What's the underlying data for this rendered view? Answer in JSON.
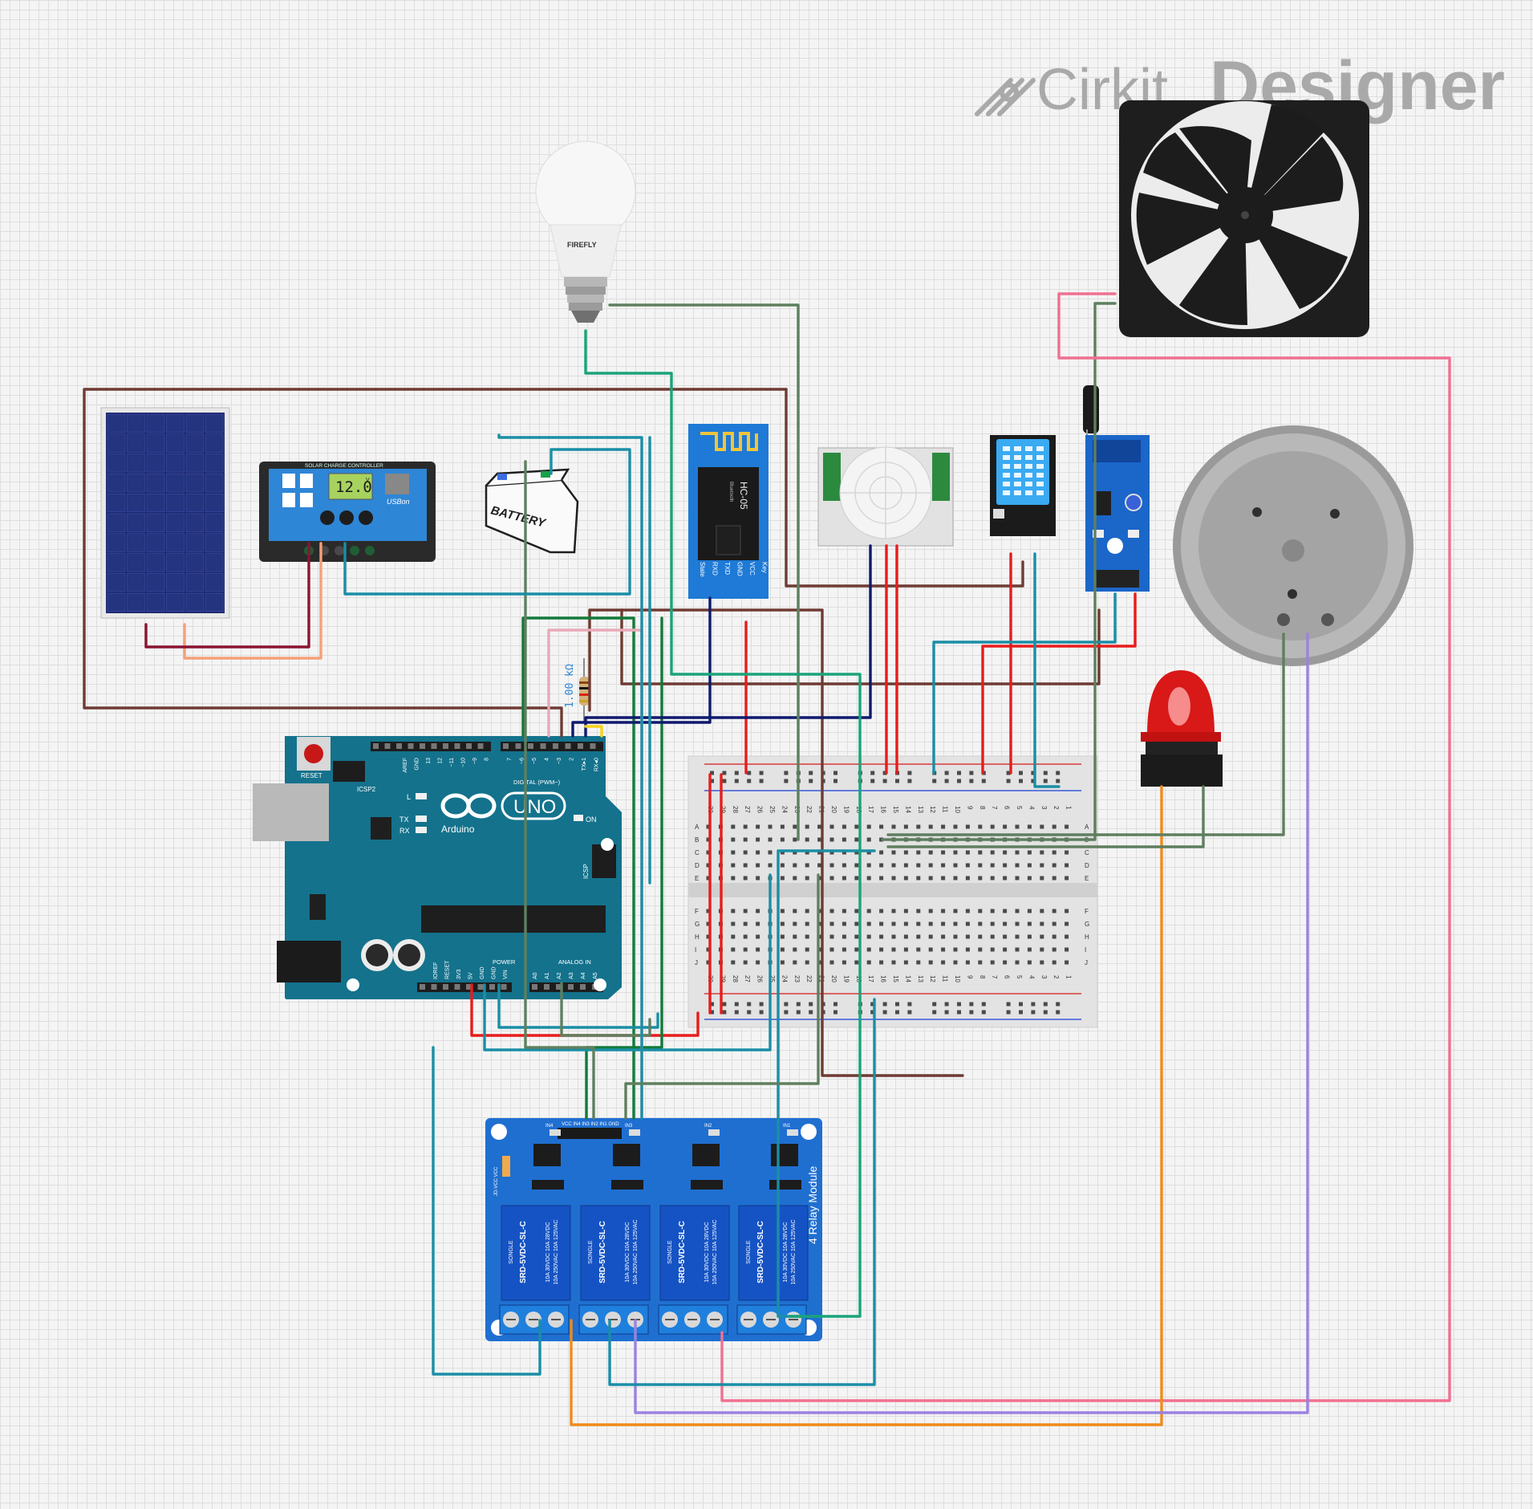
{
  "watermark": {
    "brand_light": "Cirkit",
    "brand_bold": "Designer"
  },
  "components": {
    "bulb": {
      "brand": "FIREFLY"
    },
    "solar_charge_controller": {
      "title": "SOLAR CHARGE CONTROLLER",
      "display": "12.0",
      "display_unit": "V",
      "usb": "USBon"
    },
    "battery": {
      "label": "BATTERY"
    },
    "bluetooth": {
      "model": "HC-05",
      "sub": "Bluetooth",
      "pins": [
        "State",
        "RXD",
        "TXD",
        "GND",
        "VCC",
        "Key"
      ]
    },
    "resistor": {
      "value": "1.00 kΩ"
    },
    "arduino": {
      "brand": "UNO",
      "name": "Arduino",
      "reset": "RESET",
      "icsp2": "ICSP2",
      "icsp": "ICSP",
      "aref": "AREF",
      "gnd": "GND",
      "on": "ON",
      "tx": "TX",
      "rx": "RX",
      "l": "L",
      "digital": "DIGITAL (PWM~)",
      "power": "POWER",
      "analog": "ANALOG IN",
      "power_pins": [
        "IOREF",
        "RESET",
        "3V3",
        "5V",
        "GND",
        "GND",
        "VIN"
      ],
      "analog_pins": [
        "A0",
        "A1",
        "A2",
        "A3",
        "A4",
        "A5"
      ],
      "digital_pins": [
        "7",
        "~6",
        "~5",
        "4",
        "~3",
        "2",
        "TX▸1",
        "RX◂0"
      ],
      "upper_pins": [
        "AREF",
        "GND",
        "13",
        "12",
        "~11",
        "~10",
        "~9",
        "8"
      ]
    },
    "relay": {
      "title": "4 Relay Module",
      "relay_text": "SRD-5VDC-SL-C",
      "brand": "SONGLE",
      "rating_1": "10A 250VAC 10A 125VAC",
      "rating_2": "10A 30VDC 10A 28VDC",
      "header": "VCC IN4 IN3 IN2 IN1 GND",
      "leds": [
        "IN4",
        "IN3",
        "IN2",
        "IN1"
      ],
      "jumper": "JD-VCC VCC"
    },
    "breadboard": {
      "rows_top": [
        "A",
        "B",
        "C",
        "D",
        "E"
      ],
      "rows_bottom": [
        "F",
        "G",
        "H",
        "I",
        "J"
      ],
      "columns": [
        "30",
        "29",
        "28",
        "27",
        "26",
        "25",
        "24",
        "23",
        "22",
        "21",
        "20",
        "19",
        "18",
        "17",
        "16",
        "15",
        "14",
        "13",
        "12",
        "11",
        "10",
        "9",
        "8",
        "7",
        "6",
        "5",
        "4",
        "3",
        "2",
        "1"
      ]
    }
  },
  "colors": {
    "brown": "#6e3b33",
    "red": "#e81c1c",
    "green": "#127a3a",
    "teal": "#1a8ea6",
    "navy": "#0e1a6e",
    "gray_green": "#5f7f5f",
    "pink": "#f07090",
    "orange": "#f08a1c",
    "purple": "#9b82e0",
    "salmon": "#f5a07a",
    "maroon": "#8a1530",
    "sea": "#1aa37a",
    "light_pink": "#e8a9b8",
    "yellow": "#f6d21a"
  }
}
